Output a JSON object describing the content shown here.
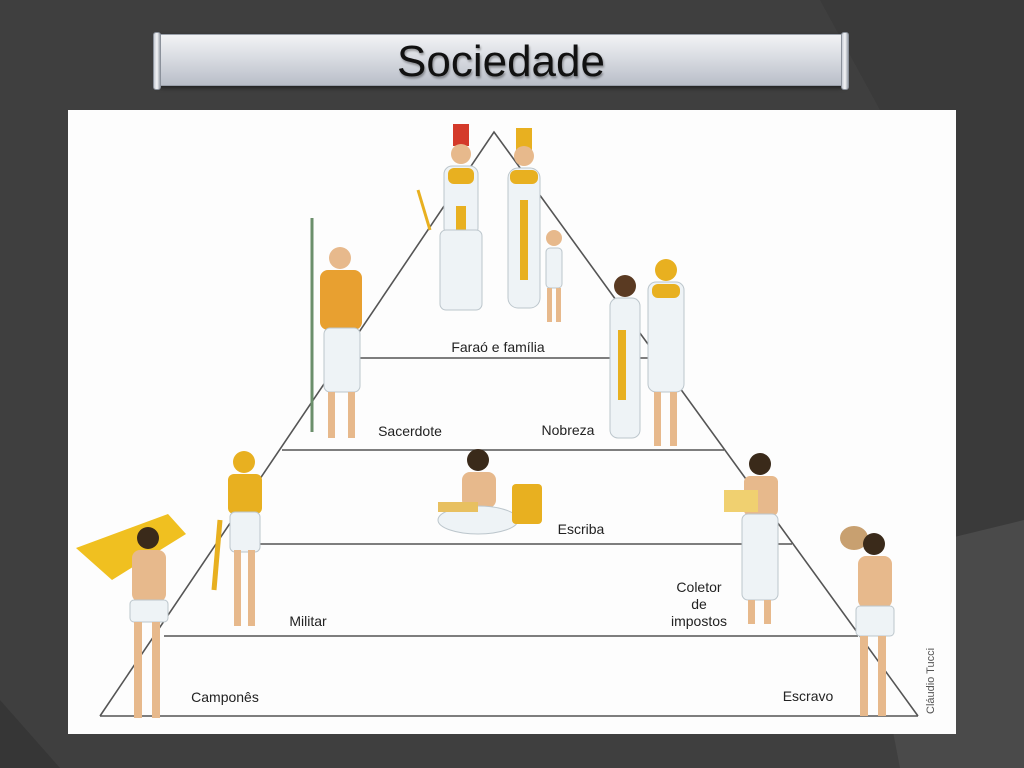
{
  "slide": {
    "title": "Sociedade"
  },
  "pyramid": {
    "levels": [
      {
        "id": "farao",
        "label": "Faraó e família"
      },
      {
        "id": "sacerdote",
        "label": "Sacerdote"
      },
      {
        "id": "nobreza",
        "label": "Nobreza"
      },
      {
        "id": "escriba",
        "label": "Escriba"
      },
      {
        "id": "militar",
        "label": "Militar"
      },
      {
        "id": "coletor",
        "label_lines": [
          "Coletor",
          "de",
          "impostos"
        ]
      },
      {
        "id": "campones",
        "label": "Camponês"
      },
      {
        "id": "escravo",
        "label": "Escravo"
      }
    ],
    "credit": "Cláudio Tucci"
  },
  "colors": {
    "background": "#3f3f3f",
    "panel": "#fdfdfd",
    "line": "#555555",
    "gold": "#e8b020",
    "linen": "#eef3f6",
    "skin": "#e7b98c"
  }
}
